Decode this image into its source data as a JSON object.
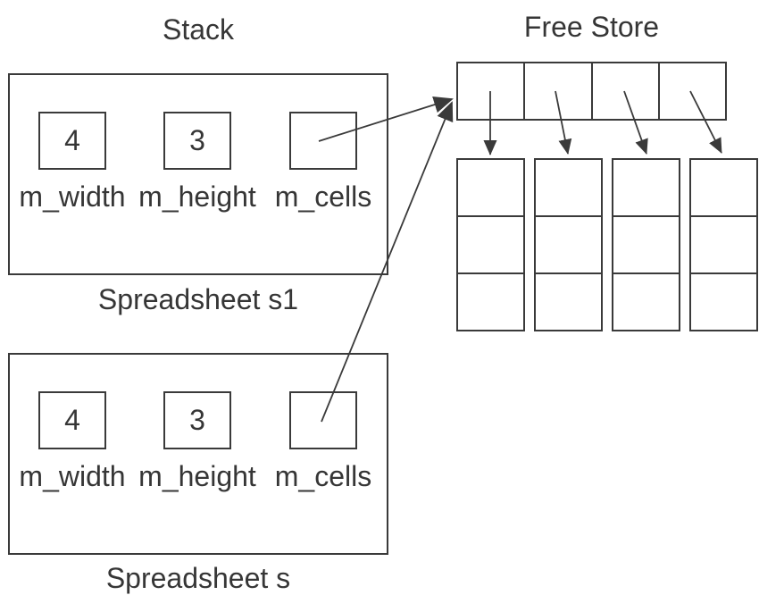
{
  "diagram": {
    "stack": {
      "title": "Stack",
      "objects": [
        {
          "caption": "Spreadsheet s1",
          "fields": [
            {
              "label": "m_width",
              "value": "4"
            },
            {
              "label": "m_height",
              "value": "3"
            },
            {
              "label": "m_cells",
              "value": ""
            }
          ]
        },
        {
          "caption": "Spreadsheet s",
          "fields": [
            {
              "label": "m_width",
              "value": "4"
            },
            {
              "label": "m_height",
              "value": "3"
            },
            {
              "label": "m_cells",
              "value": ""
            }
          ]
        }
      ]
    },
    "free_store": {
      "title": "Free Store",
      "pointer_array_cells": 4,
      "grid_columns": 4,
      "grid_rows": 3
    },
    "arrows": [
      {
        "from": "Spreadsheet s1 m_cells",
        "to": "free store pointer array"
      },
      {
        "from": "Spreadsheet s m_cells",
        "to": "free store pointer array"
      },
      {
        "from": "pointer array cell 1",
        "to": "column 1"
      },
      {
        "from": "pointer array cell 2",
        "to": "column 2"
      },
      {
        "from": "pointer array cell 3",
        "to": "column 3"
      },
      {
        "from": "pointer array cell 4",
        "to": "column 4"
      }
    ],
    "colors": {
      "line": "#3a3a3a",
      "text": "#363636",
      "background": "#ffffff"
    }
  }
}
